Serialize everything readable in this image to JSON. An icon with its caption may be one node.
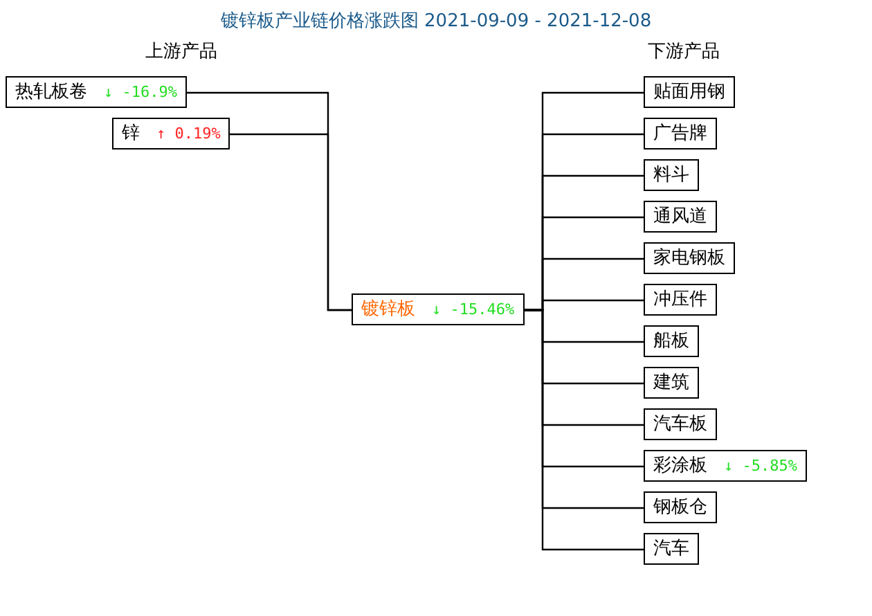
{
  "diagram": {
    "title": "镀锌板产业链价格涨跌图 2021-09-09 - 2021-12-08",
    "nodes": [
      {
        "text": [
          "热轧板卷",
          "↓ -16.9%"
        ]
      },
      {
        "text": [
          "锌",
          "↑ 0.19%"
        ]
      },
      {
        "text": [
          "镀锌板",
          "↓ -15.46%"
        ]
      },
      {
        "text": [
          "贴面用钢"
        ]
      },
      {
        "text": [
          "广告牌"
        ]
      },
      {
        "text": [
          "料斗"
        ]
      },
      {
        "text": [
          "通风道"
        ]
      },
      {
        "text": [
          "家电钢板"
        ]
      },
      {
        "text": [
          "冲压件"
        ]
      },
      {
        "text": [
          "船板"
        ]
      },
      {
        "text": [
          "建筑"
        ]
      },
      {
        "text": [
          "汽车板"
        ]
      },
      {
        "text": [
          "彩涂板",
          "↓ -5.85%"
        ]
      },
      {
        "text": [
          "钢板仓"
        ]
      },
      {
        "text": [
          "汽车"
        ]
      }
    ],
    "edges": [
      {
        "from": 0,
        "to": 2,
        "arrow": "none"
      },
      {
        "from": 1,
        "to": 2,
        "arrow": "none"
      },
      {
        "from": 2,
        "to": 3,
        "arrow": "none"
      },
      {
        "from": 2,
        "to": 4,
        "arrow": "none"
      },
      {
        "from": 2,
        "to": 5,
        "arrow": "none"
      },
      {
        "from": 2,
        "to": 6,
        "arrow": "none"
      },
      {
        "from": 2,
        "to": 7,
        "arrow": "none"
      },
      {
        "from": 2,
        "to": 8,
        "arrow": "none"
      },
      {
        "from": 2,
        "to": 9,
        "arrow": "none"
      },
      {
        "from": 2,
        "to": 10,
        "arrow": "none"
      },
      {
        "from": 2,
        "to": 11,
        "arrow": "none"
      },
      {
        "from": 2,
        "to": 12,
        "arrow": "none"
      },
      {
        "from": 2,
        "to": 13,
        "arrow": "none"
      },
      {
        "from": 2,
        "to": 14,
        "arrow": "none"
      }
    ],
    "labels": [
      "上游产品",
      "下游产品"
    ]
  }
}
